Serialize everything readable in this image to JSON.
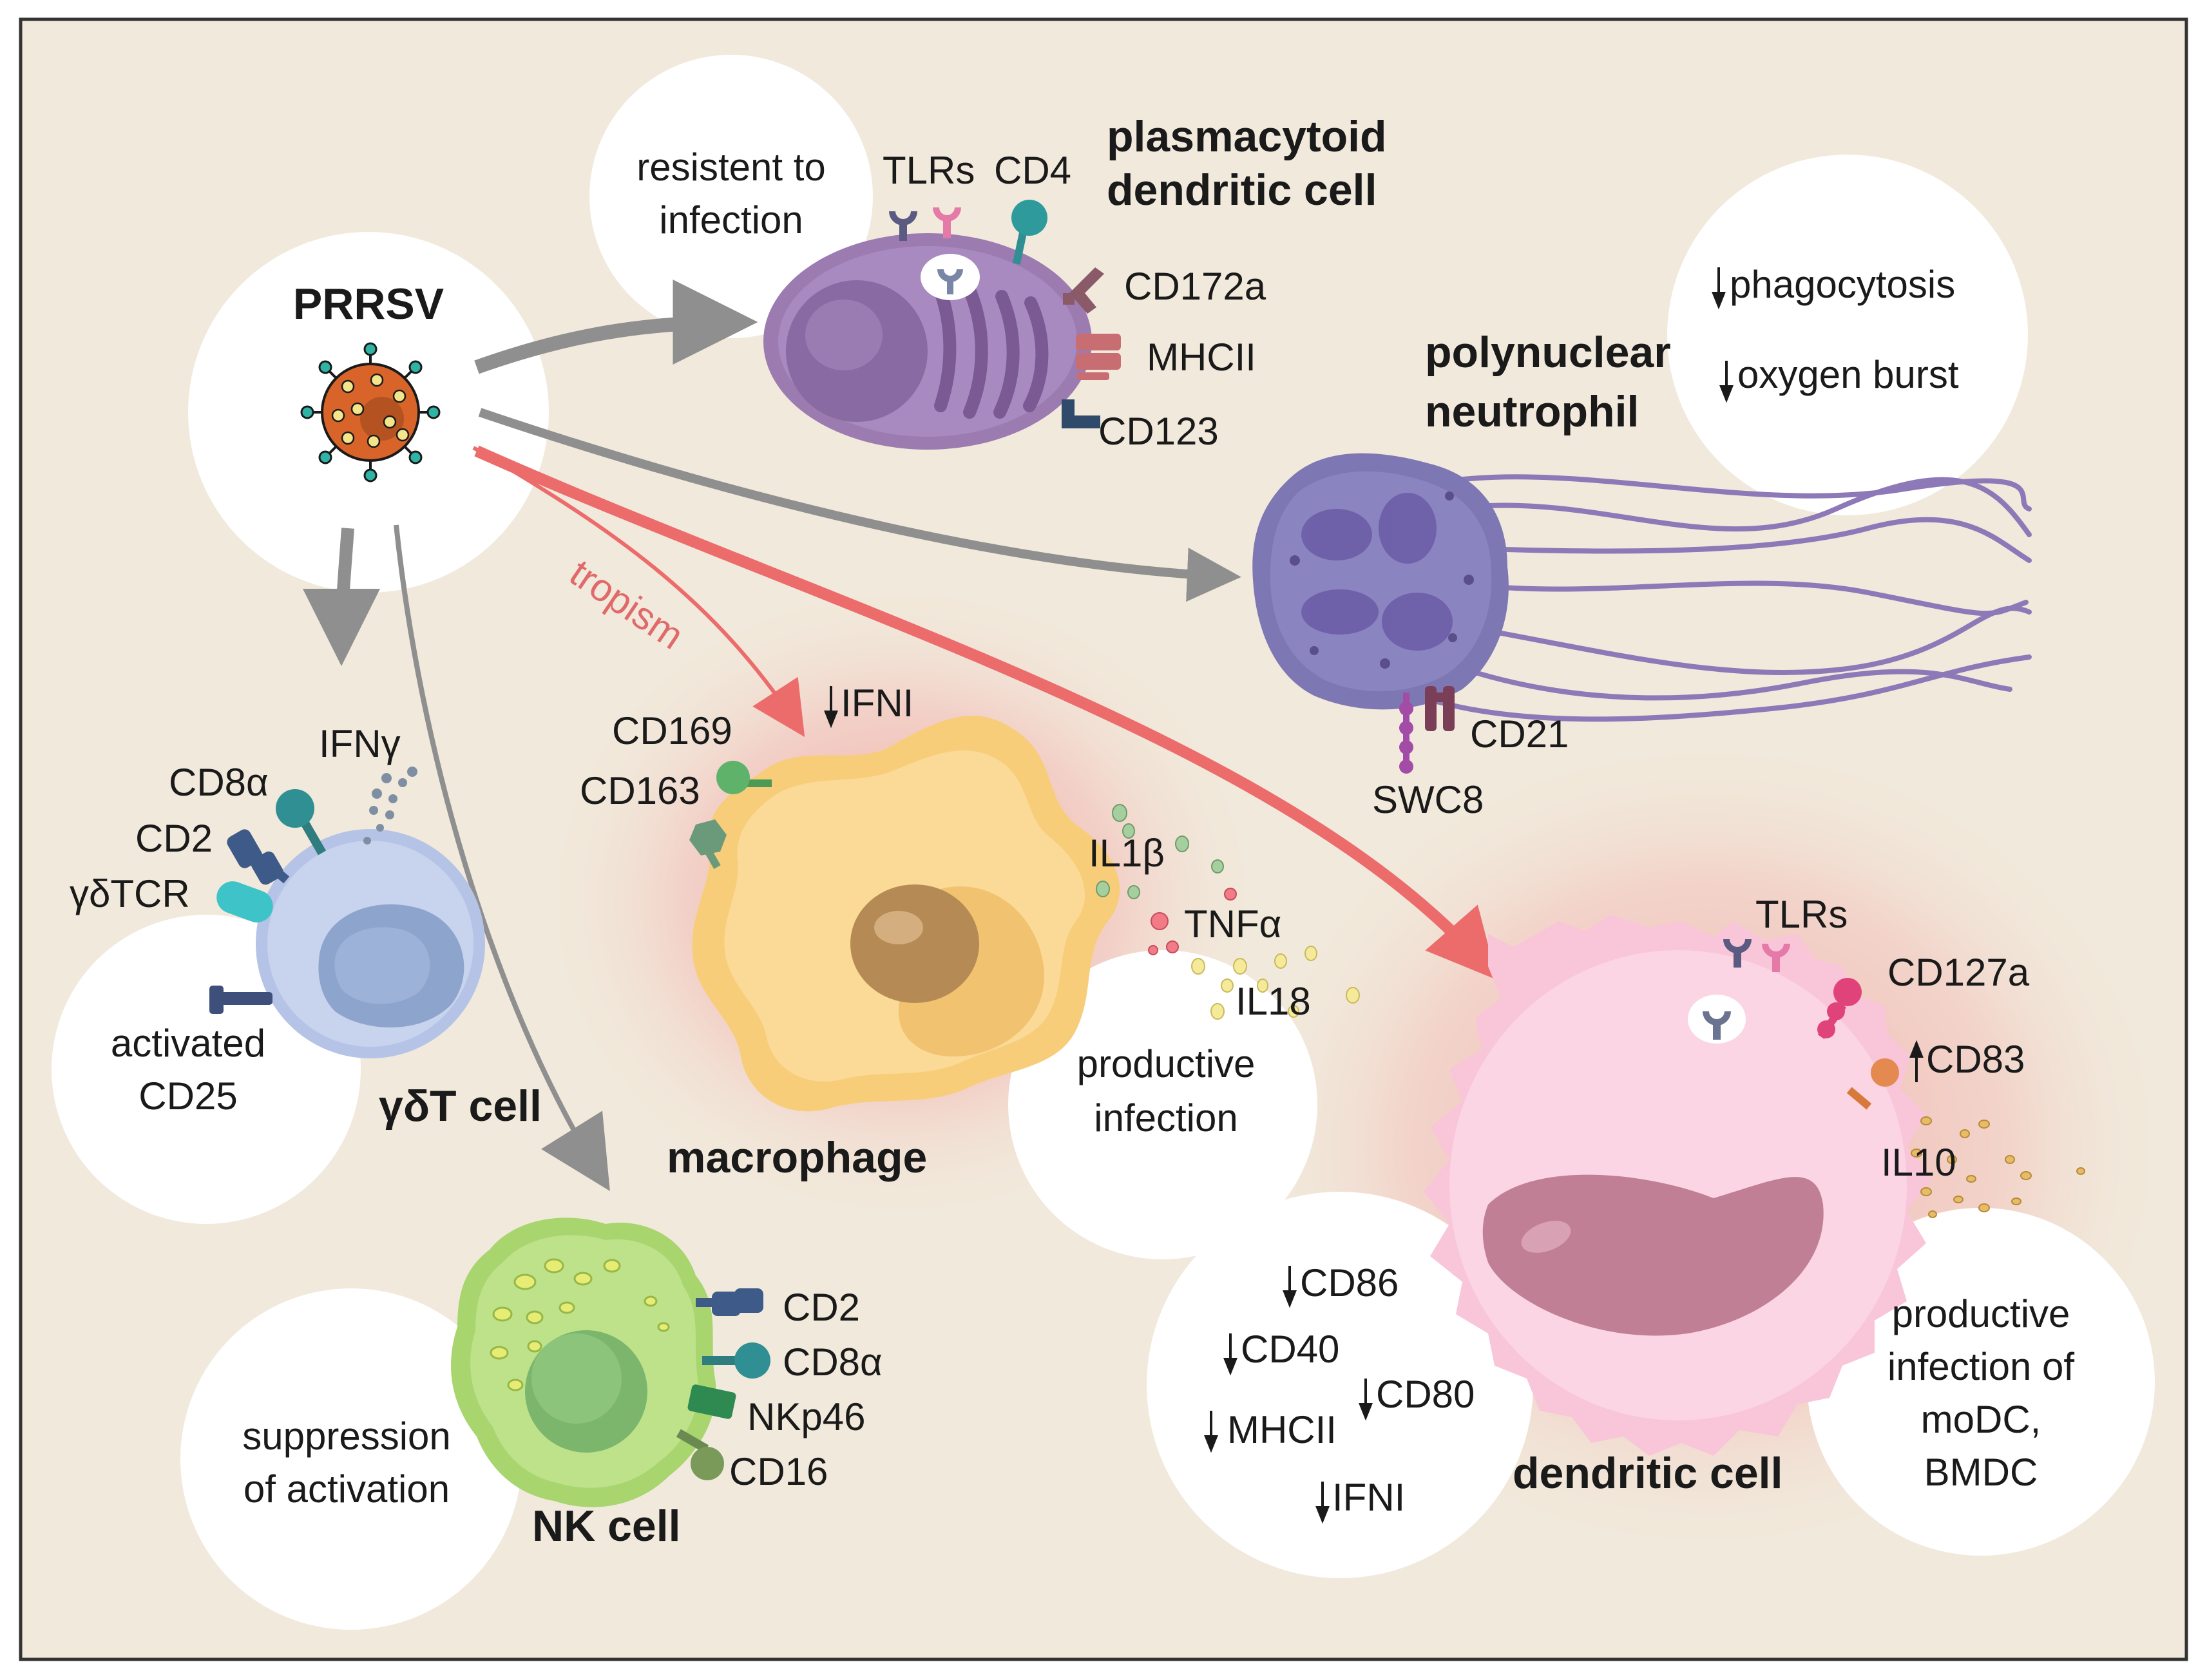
{
  "virus": {
    "name": "PRRSV"
  },
  "tropism_label": "tropism",
  "cells": {
    "pdc": {
      "title": [
        "plasmacytoid",
        "dendritic cell"
      ],
      "markers": [
        "TLRs",
        "CD4",
        "CD172a",
        "MHCII",
        "CD123"
      ],
      "note": [
        "resistent to",
        "infection"
      ]
    },
    "neutrophil": {
      "title": [
        "polynuclear",
        "neutrophil"
      ],
      "markers": [
        "CD21",
        "SWC8"
      ],
      "note": [
        "phagocytosis",
        "oxygen burst"
      ]
    },
    "macrophage": {
      "title": "macrophage",
      "markers": [
        "CD169",
        "CD163"
      ],
      "secreted": [
        "IFNI",
        "IL1β",
        "TNFα",
        "IL18"
      ],
      "note": [
        "productive",
        "infection"
      ]
    },
    "gdt": {
      "title": "γδT cell",
      "markers": [
        "CD8α",
        "CD2",
        "γδTCR"
      ],
      "secreted": [
        "IFNγ"
      ],
      "note": [
        "activated",
        "CD25"
      ]
    },
    "nk": {
      "title": "NK cell",
      "markers": [
        "CD2",
        "CD8α",
        "NKp46",
        "CD16"
      ],
      "note": [
        "suppression",
        "of activation"
      ]
    },
    "dc": {
      "title": "dendritic cell",
      "markers": [
        "TLRs",
        "CD127a",
        "CD83",
        "IL10"
      ],
      "note_left": [
        "CD86",
        "CD40",
        "CD80",
        "MHCII",
        "IFNI"
      ],
      "note_right": [
        "productive",
        "infection of",
        "moDC,",
        "BMDC"
      ]
    }
  },
  "colors": {
    "background": "#f1e9db",
    "frame": "#333333",
    "gray_arrow": "#8f8f8f",
    "red_arrow": "#ec6b6b",
    "pdc": "#9c7bb0",
    "neutrophil": "#7d77b4",
    "macrophage": "#f8cd7a",
    "gdt": "#b5c3e6",
    "nk": "#a8d56e",
    "dc": "#f8c6d8"
  }
}
